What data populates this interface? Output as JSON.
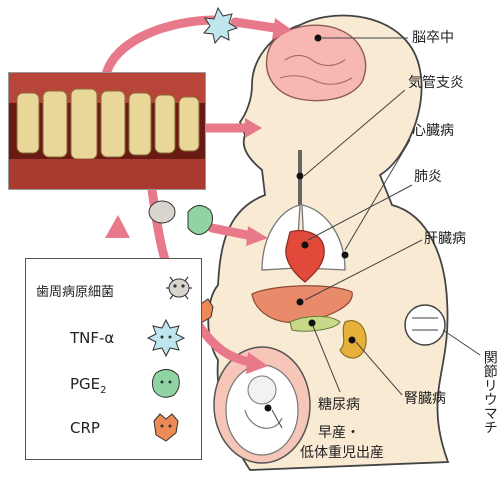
{
  "labels": {
    "stroke": "脳卒中",
    "bronchitis": "気管支炎",
    "heart_disease": "心臓病",
    "pneumonia": "肺炎",
    "liver_disease": "肝臓病",
    "kidney_disease": "腎臓病",
    "diabetes": "糖尿病",
    "premature_birth_line1": "早産・",
    "premature_birth_line2": "低体重児出産",
    "arthritis": "関節リウマチ"
  },
  "legend": {
    "bacteria": "歯周病原細菌",
    "tnf_alpha": "TNF-α",
    "pge2_base": "PGE",
    "pge2_sub": "2",
    "crp": "CRP"
  },
  "colors": {
    "arrow": "#e8798a",
    "skin": "#f9ead4",
    "outline": "#444444",
    "brain": "#f6b8b0",
    "heart": "#e14a3a",
    "liver": "#e98a6a",
    "kidney": "#e6b23a",
    "pancreas": "#c9d98a",
    "tnf": "#bfe6ee",
    "pge": "#8fd4a2",
    "crp": "#ee8a55",
    "bacteria": "#d8d4ce"
  },
  "icons": [
    "bacteria-icon",
    "tnf-alpha-icon",
    "pge2-icon",
    "crp-icon"
  ]
}
